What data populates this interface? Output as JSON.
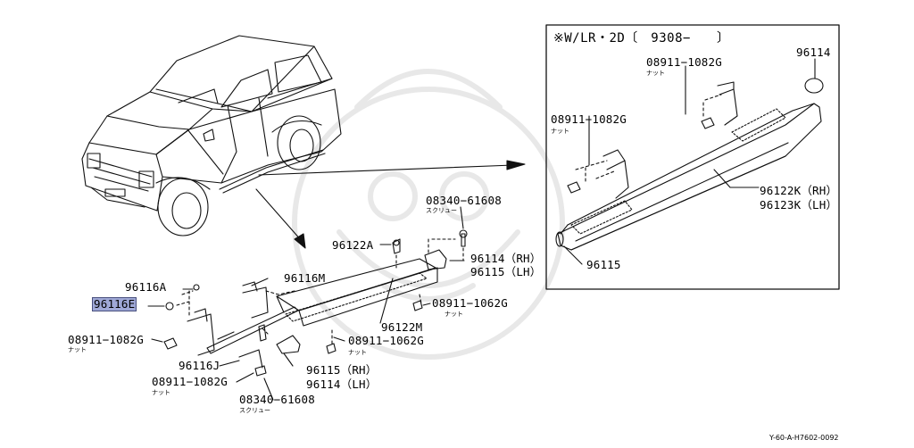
{
  "inset": {
    "title": "※W/LR・2D〔　9308−　　〕"
  },
  "labels": {
    "p_08340_61608_top": "08340−61608",
    "p_08340_61608_top_sub": "スクリュー",
    "p_96122A": "96122A",
    "p_96114_rh": "96114（RH）",
    "p_96115_lh": "96115（LH）",
    "p_96116A": "96116A",
    "p_96116E": "96116E",
    "p_96116M": "96116M",
    "p_08911_1062G_right": "08911−1062G",
    "p_08911_1062G_right_sub": "ナット",
    "p_96122M": "96122M",
    "p_08911_1082G_left": "08911−1082G",
    "p_08911_1082G_left_sub": "ナット",
    "p_08911_1062G_mid": "08911−1062G",
    "p_08911_1062G_mid_sub": "ナット",
    "p_96116J": "96116J",
    "p_96115_rh": "96115（RH）",
    "p_96114_lh": "96114（LH）",
    "p_08911_1082G_bottom": "08911−1082G",
    "p_08911_1082G_bottom_sub": "ナット",
    "p_08340_61608_bottom": "08340−61608",
    "p_08340_61608_bottom_sub": "スクリュー",
    "inset_08911_1082G_a": "08911−1082G",
    "inset_08911_1082G_a_sub": "ナット",
    "inset_96114": "96114",
    "inset_08911_1082G_b": "08911−1082G",
    "inset_08911_1082G_b_sub": "ナット",
    "inset_96122K_rh": "96122K（RH）",
    "inset_96123K_lh": "96123K（LH）",
    "inset_96115": "96115"
  },
  "footer": {
    "code": "Y-60-A-H7602-0092"
  },
  "highlight_color": "#9fa8d6"
}
